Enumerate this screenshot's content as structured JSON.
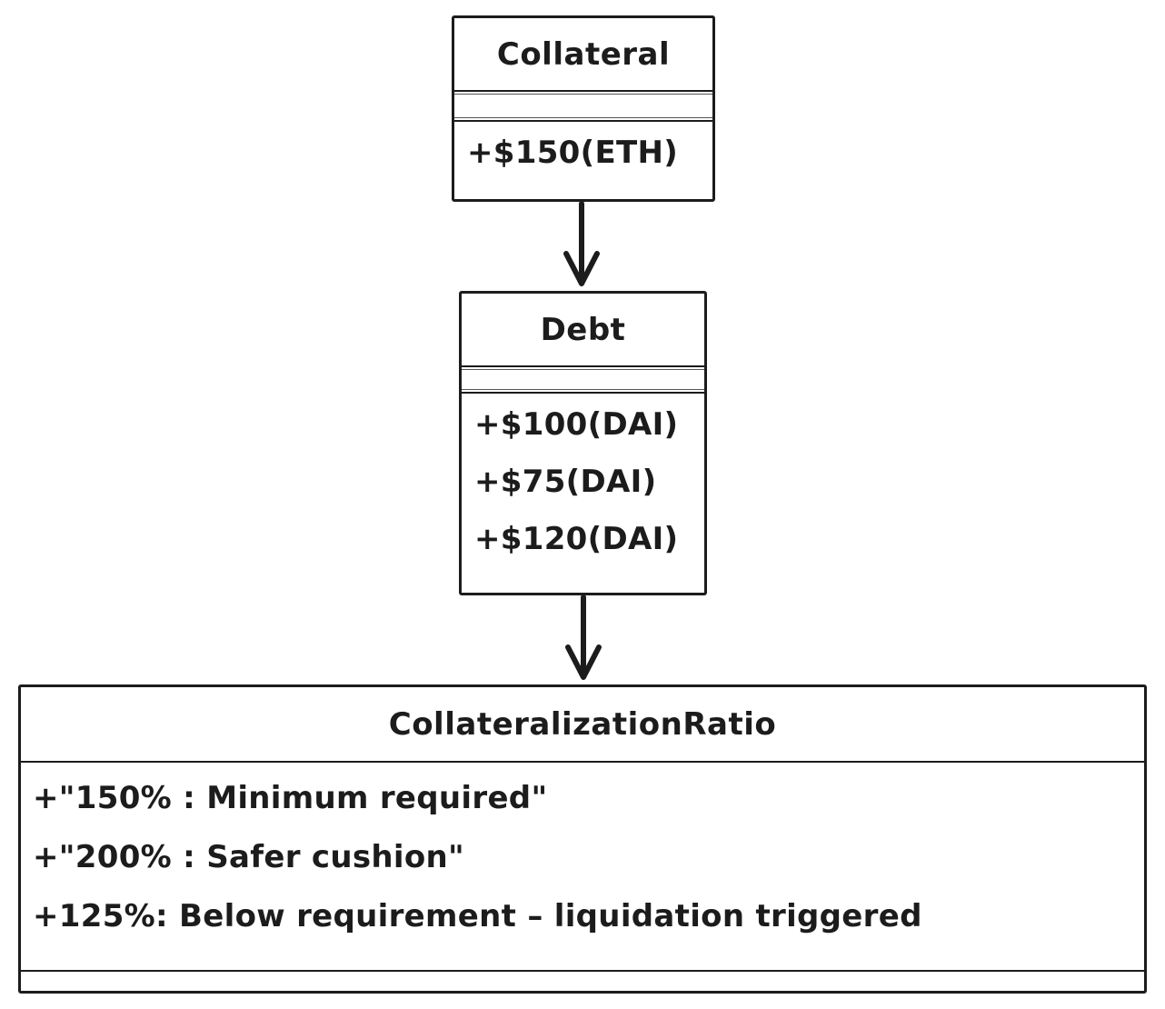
{
  "canvas": {
    "background": "#ffffff",
    "stroke": "#1c1c1c"
  },
  "boxes": [
    {
      "title": "Collateral",
      "members": [
        "+$150(ETH)"
      ]
    },
    {
      "title": "Debt",
      "members": [
        "+$100(DAI)",
        "+$75(DAI)",
        "+$120(DAI)"
      ]
    },
    {
      "title": "CollateralizationRatio",
      "members": [
        "+\"150% : Minimum required\"",
        "+\"200% : Safer cushion\"",
        "+125%: Below requirement – liquidation triggered"
      ]
    }
  ],
  "arrows": [
    {
      "from": "Collateral",
      "to": "Debt",
      "direction": "down"
    },
    {
      "from": "Debt",
      "to": "CollateralizationRatio",
      "direction": "down"
    }
  ]
}
